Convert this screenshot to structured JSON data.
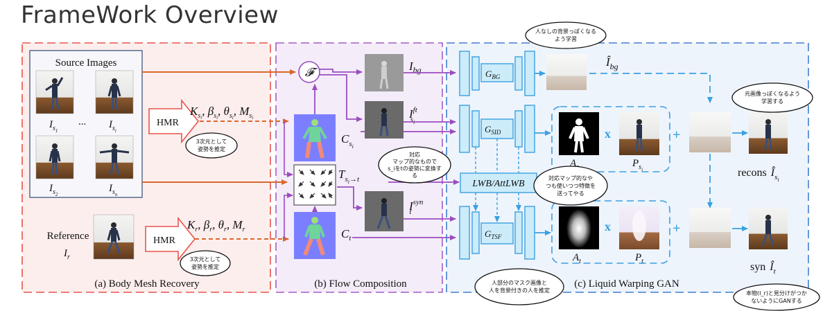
{
  "page_title": "FrameWork Overview",
  "panel_a": {
    "caption": "(a) Body Mesh Recovery",
    "source_images_label": "Source Images",
    "ellipsis": "...",
    "hmr_label_top": "HMR",
    "hmr_label_bottom": "HMR",
    "params_source": "K",
    "params_source_full": "K_{s_i}, β_{s_i}, θ_{s_i}, M_{s_i}",
    "params_reference_full": "K_r, β_r, θ_r, M_r",
    "reference_word": "Reference",
    "bubble_top": [
      "3次元として",
      "姿勢を推定"
    ],
    "bubble_bottom": [
      "3次元として",
      "姿勢を推定"
    ]
  },
  "panel_b": {
    "caption": "(b) Flow Composition",
    "script_f": "𝓕",
    "bubble": [
      "対応",
      "マップ的なもので",
      "s_iをtの姿勢に変換す",
      "る"
    ]
  },
  "panel_c": {
    "caption": "(c) Liquid Warping GAN",
    "lwb_label": "LWB/AttLWB",
    "recons_word": "recons",
    "syn_word": "syn",
    "bubble_bg": [
      "人なしの背景っぽくなる",
      "よう学習"
    ],
    "bubble_recons": [
      "元画像っぽくなるよう",
      "学習する"
    ],
    "bubble_lwb": [
      "対応マップ的なや",
      "つも使いつつ特徴を",
      "送ってやる"
    ],
    "bubble_mask": [
      "人部分のマスク画像と",
      "人を背景付きの人を推定"
    ],
    "bubble_syn": [
      "本物(I_r)と見分けがつか",
      "ないようにGANする"
    ]
  },
  "colors": {
    "panel_a_border": "#e8534a",
    "panel_a_fill": "#fdeeee",
    "panel_b_border": "#a45bc7",
    "panel_b_fill": "#f4ecf9",
    "panel_c_border": "#3f7fd0",
    "panel_c_fill": "#eef4fc",
    "arrow_orange": "#d9682b",
    "arrow_purple": "#9b4dc0",
    "arrow_blue": "#3aa0e0",
    "block_fill": "#ccecfa",
    "block_stroke": "#3aa0e0",
    "mesh_blue": "#7b7fff",
    "x_plus": "#3aa0e0"
  },
  "icons": {
    "hmr": "right-arrow-block-icon",
    "flow": "flow-field-grid-icon",
    "multiply": "multiply-icon",
    "plus": "plus-icon"
  }
}
